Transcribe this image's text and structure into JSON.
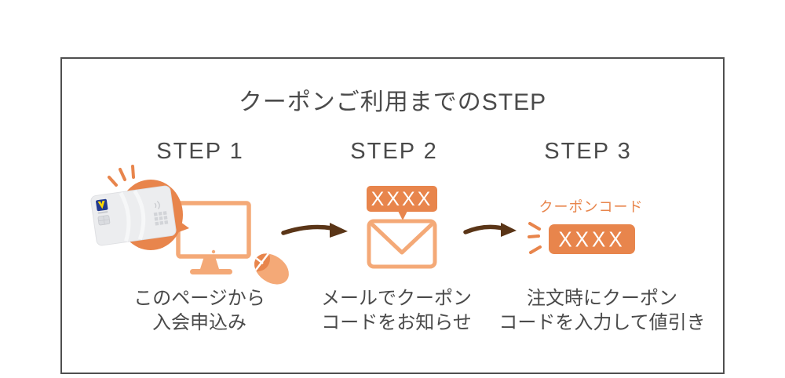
{
  "frame": {
    "title": "クーポンご利用までのSTEP"
  },
  "steps": [
    {
      "label": "STEP 1",
      "caption": [
        "このページから",
        "入会申込み"
      ],
      "icon": "credit-card-and-monitor-illustration"
    },
    {
      "label": "STEP 2",
      "badge": "XXXX",
      "caption": [
        "メールでクーポン",
        "コードをお知らせ"
      ],
      "icon": "envelope-with-code-bubble-illustration"
    },
    {
      "label": "STEP 3",
      "coupon_label": "クーポンコード",
      "code": "XXXX",
      "caption": [
        "注文時にクーポン",
        "コードを入力して値引き"
      ],
      "icon": "coupon-code-box-illustration"
    }
  ],
  "connectors": [
    "hand-drawn-arrow-right",
    "hand-drawn-arrow-right"
  ],
  "colors": {
    "accent": "#E8854C",
    "light": "#F4A977",
    "arrow": "#5A3517",
    "text": "#4A4A4A",
    "frame": "#4F4F4F"
  }
}
